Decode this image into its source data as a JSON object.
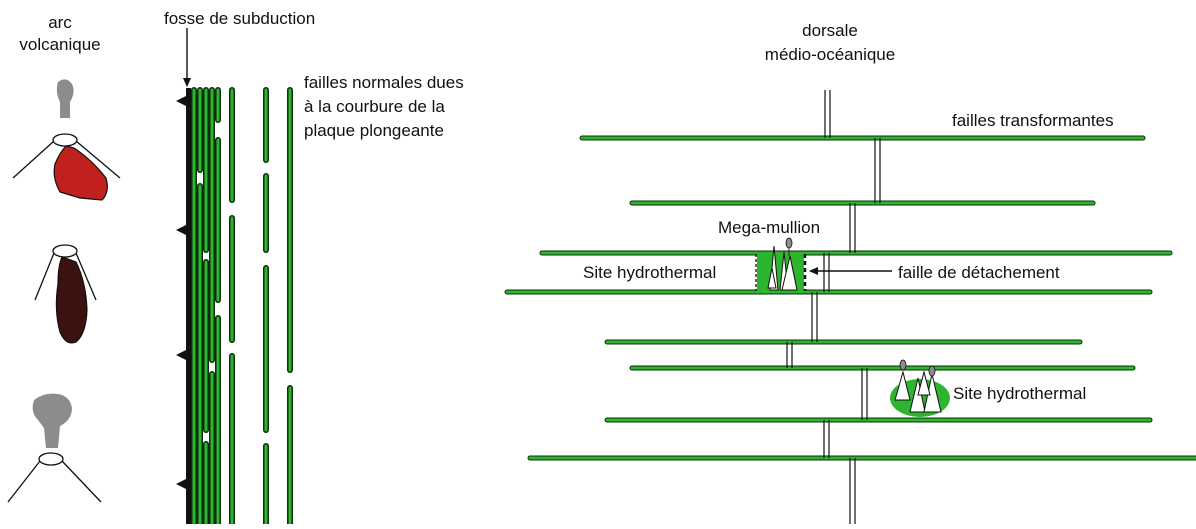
{
  "labels": {
    "arc_line1": "arc",
    "arc_line2": "volcanique",
    "trench": "fosse de subduction",
    "normal_faults_line1": "failles normales dues",
    "normal_faults_line2": "à la courbure de la",
    "normal_faults_line3": "plaque plongeante",
    "ridge_line1": "dorsale",
    "ridge_line2": "médio-océanique",
    "transform_faults": "failles transformantes",
    "mega_mullion": "Mega-mullion",
    "hydro_site_1": "Site hydrothermal",
    "detachment_fault": "faille de détachement",
    "hydro_site_2": "Site hydrothermal"
  },
  "colors": {
    "fault_green": "#2db52d",
    "fault_dark": "#0b2f0b",
    "magma_red": "#c0201e",
    "magma_dark": "#3b1210",
    "plume_gray": "#8c8c8c",
    "line_black": "#111111"
  },
  "icons": [
    "volcano-icon",
    "hydrothermal-vent-icon",
    "arrow-icon"
  ]
}
